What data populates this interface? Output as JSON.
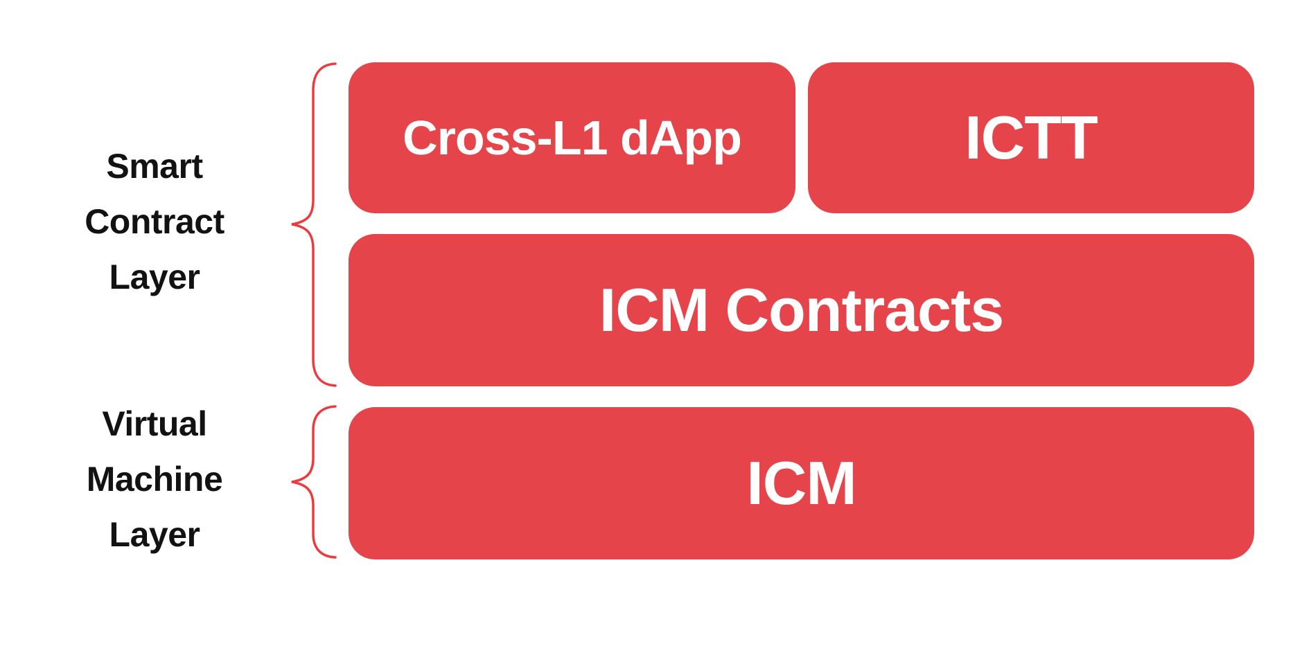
{
  "diagram": {
    "type": "layered-architecture",
    "colors": {
      "background": "#ffffff",
      "box_fill": "#e4444a",
      "box_text": "#ffffff",
      "brace_stroke": "#ed3a3e",
      "label_text": "#121212"
    },
    "layers": [
      {
        "name": "Smart Contract Layer",
        "label_lines": [
          "Smart",
          "Contract",
          "Layer"
        ],
        "boxes": [
          {
            "label": "Cross-L1 dApp"
          },
          {
            "label": "ICTT"
          },
          {
            "label": "ICM Contracts"
          }
        ]
      },
      {
        "name": "Virtual Machine Layer",
        "label_lines": [
          "Virtual",
          "Machine",
          "Layer"
        ],
        "boxes": [
          {
            "label": "ICM"
          }
        ]
      }
    ]
  }
}
